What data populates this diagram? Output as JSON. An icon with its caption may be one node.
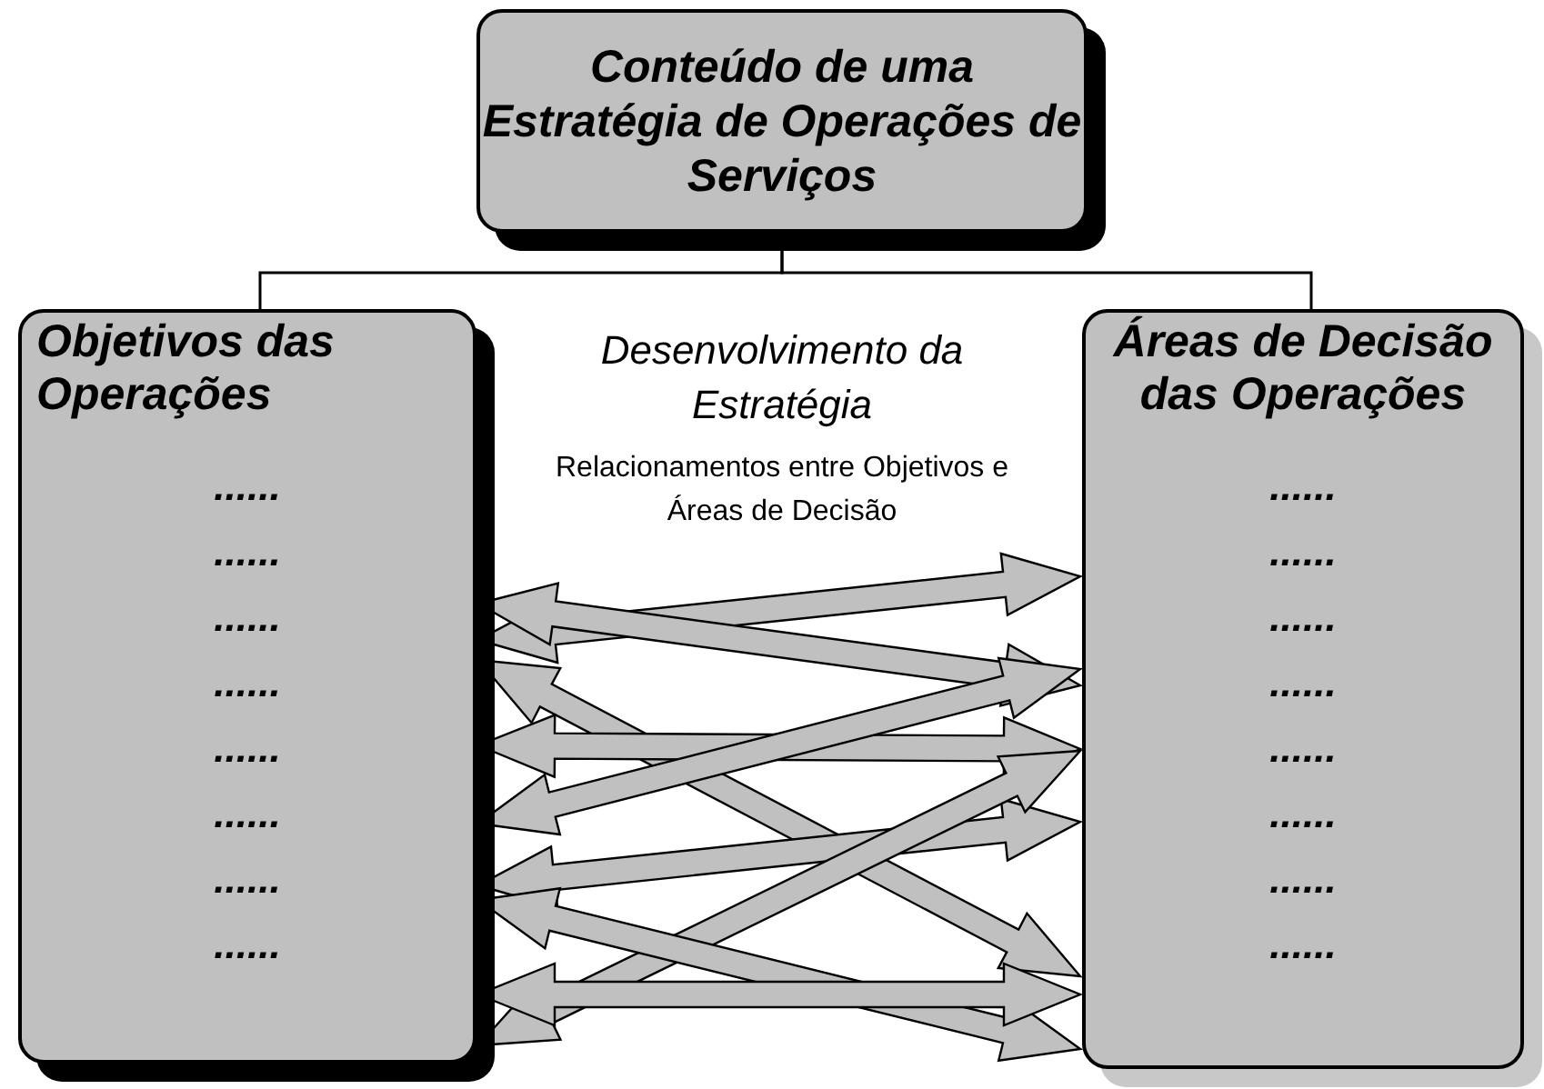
{
  "diagram": {
    "nodes": [
      {
        "text": [
          "Conteúdo de uma Estratégia de Operações de Serviços"
        ]
      },
      {
        "text": [
          "Objetivos das Operações",
          "......",
          "......",
          "......",
          "......",
          "......",
          "......",
          "......",
          "......"
        ]
      },
      {
        "text": [
          "Áreas de Decisão das Operações",
          "......",
          "......",
          "......",
          "......",
          "......",
          "......",
          "......",
          "......"
        ]
      }
    ],
    "edges": [
      {
        "from": 0,
        "to": 1,
        "arrow": "none"
      },
      {
        "from": 0,
        "to": 2,
        "arrow": "none"
      },
      {
        "from": 1,
        "to": 2,
        "arrow": "both"
      },
      {
        "from": 1,
        "to": 2,
        "arrow": "both"
      },
      {
        "from": 1,
        "to": 2,
        "arrow": "both"
      },
      {
        "from": 1,
        "to": 2,
        "arrow": "both"
      },
      {
        "from": 1,
        "to": 2,
        "arrow": "both"
      },
      {
        "from": 1,
        "to": 2,
        "arrow": "both"
      },
      {
        "from": 1,
        "to": 2,
        "arrow": "both"
      },
      {
        "from": 1,
        "to": 2,
        "arrow": "both"
      },
      {
        "from": 1,
        "to": 2,
        "arrow": "both"
      }
    ],
    "labels": [
      "Desenvolvimento da Estratégia",
      "Relacionamentos entre Objetivos e Áreas de Decisão"
    ]
  }
}
